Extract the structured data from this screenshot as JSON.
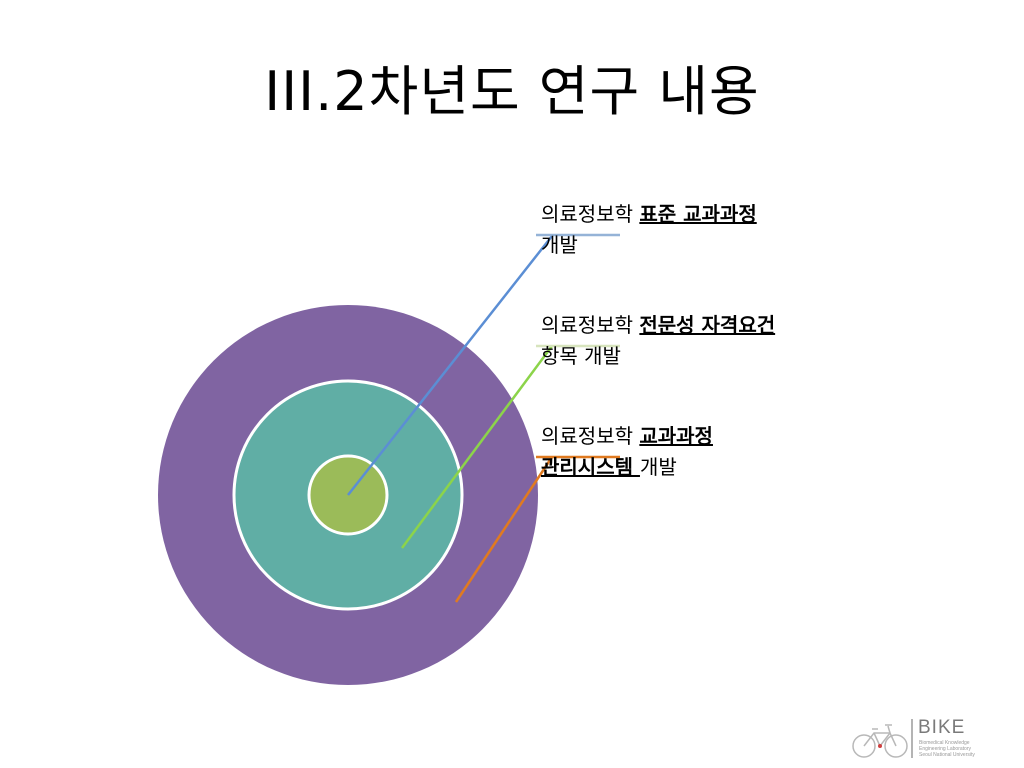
{
  "title": "III.2차년도 연구 내용",
  "colors": {
    "outer_ring": "#8064a2",
    "middle_ring": "#60aea5",
    "inner_circle": "#9bbb59",
    "ring_border": "#ffffff",
    "line_1": "#5b8ed4",
    "line_2": "#8cd44a",
    "line_3": "#e07a20",
    "underline_1": "#95b3d7",
    "underline_2": "#d7e4bd",
    "underline_3": "#e07a20"
  },
  "labels": [
    {
      "pre": "의료정보학 ",
      "emph": "표준 교과과정",
      "post": "개발"
    },
    {
      "pre": "의료정보학 ",
      "emph": "전문성 자격요건",
      "post": "항목 개발"
    },
    {
      "pre": "의료정보학 ",
      "emph": "교과과정",
      "emph2": "관리시스템 ",
      "post": "개발"
    }
  ],
  "logo": {
    "word": "BIKE",
    "sub1": "Biomedical Knowledge",
    "sub2": "Engineering Laboratory",
    "sub3": "Seoul National University",
    "icon": "bicycle-icon"
  }
}
